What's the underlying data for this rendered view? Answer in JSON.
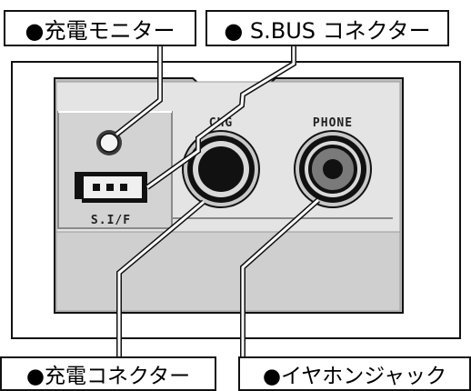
{
  "labels": {
    "charge_monitor": "●充電モニター",
    "sbus_connector": "● S.BUS コネクター",
    "charge_connector": "●充電コネクター",
    "earphone_jack": "●イヤホンジャック"
  },
  "panel_markings": {
    "sif": "S.I/F",
    "chg": "CHG",
    "phone": "PHONE"
  },
  "colors": {
    "panel_outer": "#bdbdbd",
    "panel_face": "#e4e4e4",
    "panel_lower": "#cfcfcf",
    "outline": "#111111",
    "leader": "#111111",
    "marking_text": "#222222"
  },
  "icons": [
    "led-icon",
    "connector-icon",
    "charge-jack-icon",
    "earphone-jack-icon"
  ]
}
